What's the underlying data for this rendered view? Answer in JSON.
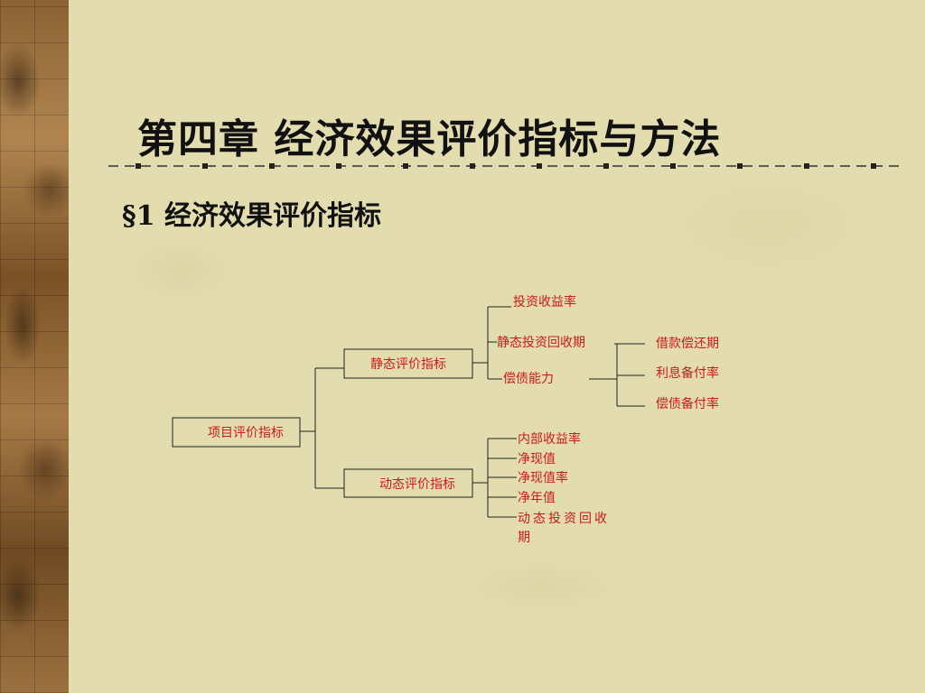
{
  "title": "第四章 经济效果评价指标与方法",
  "subtitle": "§1 经济效果评价指标",
  "colors": {
    "node_text": "#cc1a1a",
    "lines": "#222222",
    "background": "#e3dcae"
  },
  "diagram": {
    "root": "项目评价指标",
    "static": {
      "label": "静态评价指标",
      "children": [
        "投资收益率",
        "静态投资回收期",
        "偿债能力"
      ],
      "solvency_children": [
        "借款偿还期",
        "利息备付率",
        "偿债备付率"
      ]
    },
    "dynamic": {
      "label": "动态评价指标",
      "children": [
        "内部收益率",
        "净现值",
        "净现值率",
        "净年值",
        "动态投资回收期"
      ]
    }
  }
}
